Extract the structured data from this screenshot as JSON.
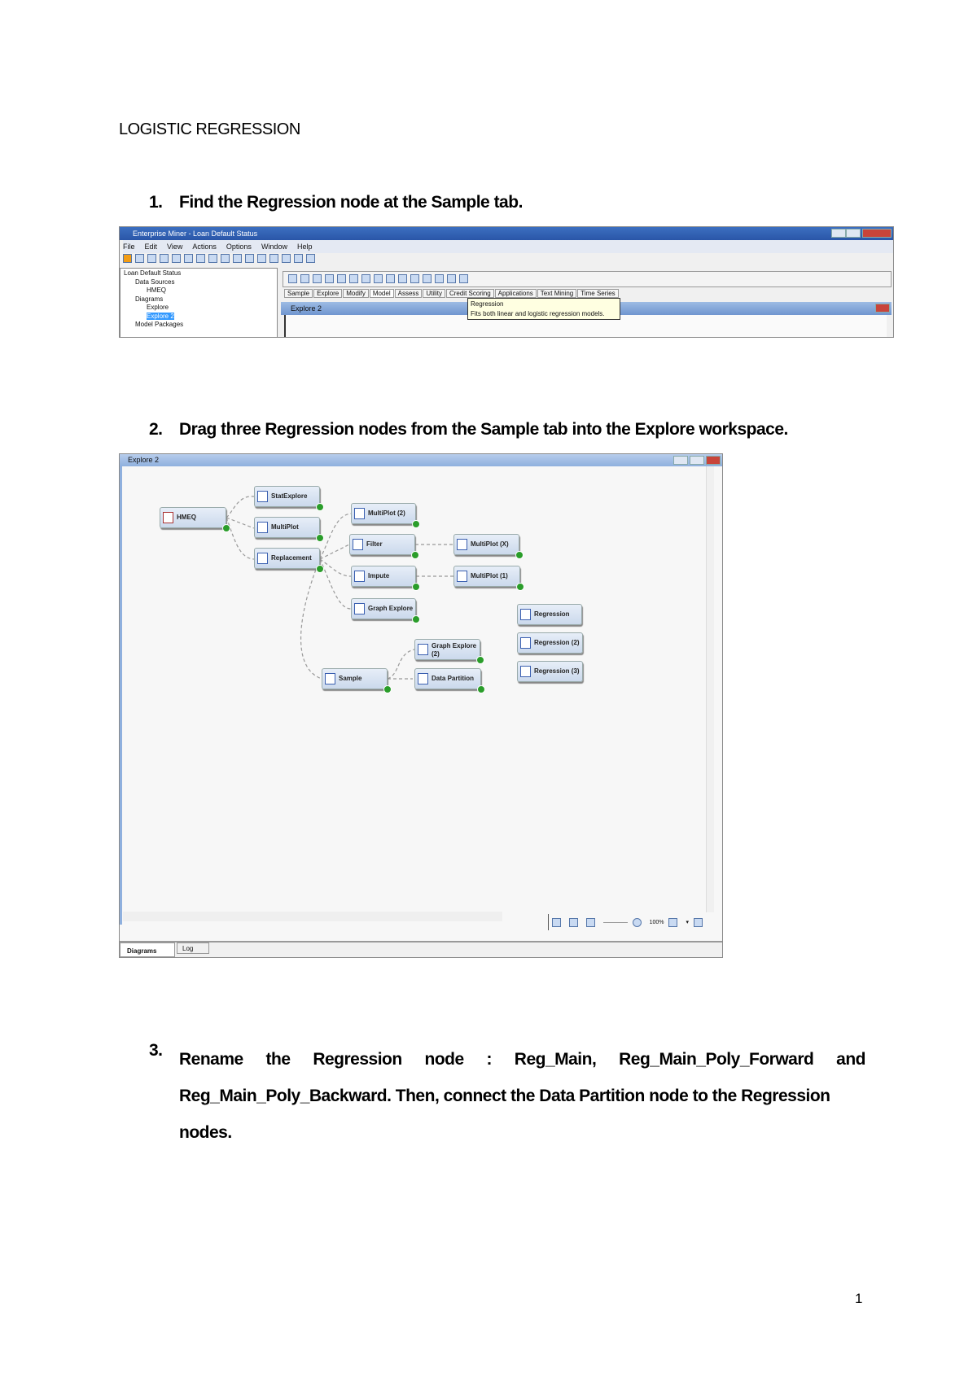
{
  "title": "LOGISTIC REGRESSION",
  "steps": [
    {
      "num": "1.",
      "text": "Find the Regression node at the Sample tab."
    },
    {
      "num": "2.",
      "text": "Drag three Regression nodes from the Sample tab into the Explore workspace."
    },
    {
      "num": "3.",
      "lines": [
        "Rename the Regression node : Reg_Main, Reg_Main_Poly_Forward and",
        "Reg_Main_Poly_Backward. Then, connect the Data Partition node to the Regression",
        "nodes."
      ]
    }
  ],
  "page_number": "1",
  "shot1": {
    "window_title": "Enterprise Miner - Loan Default Status",
    "menu": [
      "File",
      "Edit",
      "View",
      "Actions",
      "Options",
      "Window",
      "Help"
    ],
    "tree": [
      "Loan Default Status",
      "Data Sources",
      "HMEQ",
      "Diagrams",
      "Explore",
      "Explore 2",
      "Model Packages"
    ],
    "tabs": [
      "Sample",
      "Explore",
      "Modify",
      "Model",
      "Assess",
      "Utility",
      "Credit Scoring",
      "Applications",
      "Text Mining",
      "Time Series"
    ],
    "diagram_title": "Explore 2",
    "tooltip": {
      "title": "Regression",
      "text": "Fits both linear and logistic regression models."
    }
  },
  "shot2": {
    "diagram_title": "Explore 2",
    "nodes": {
      "hmeq": "HMEQ",
      "statexplore": "StatExplore",
      "multiplot": "MultiPlot",
      "replacement": "Replacement",
      "multiplot2": "MultiPlot (2)",
      "filter": "Filter",
      "impute": "Impute",
      "graphexplore": "Graph Explore",
      "sample": "Sample",
      "graphexplore2_a": "Graph Explore",
      "graphexplore2_b": "(2)",
      "datapartition": "Data Partition",
      "multiplotx": "MultiPlot (X)",
      "multiplot1": "MultiPlot (1)",
      "regression": "Regression",
      "regression2": "Regression (2)",
      "regression3": "Regression (3)"
    },
    "zoom": "100%",
    "bottom_tabs": [
      "Diagrams",
      "Log"
    ]
  }
}
